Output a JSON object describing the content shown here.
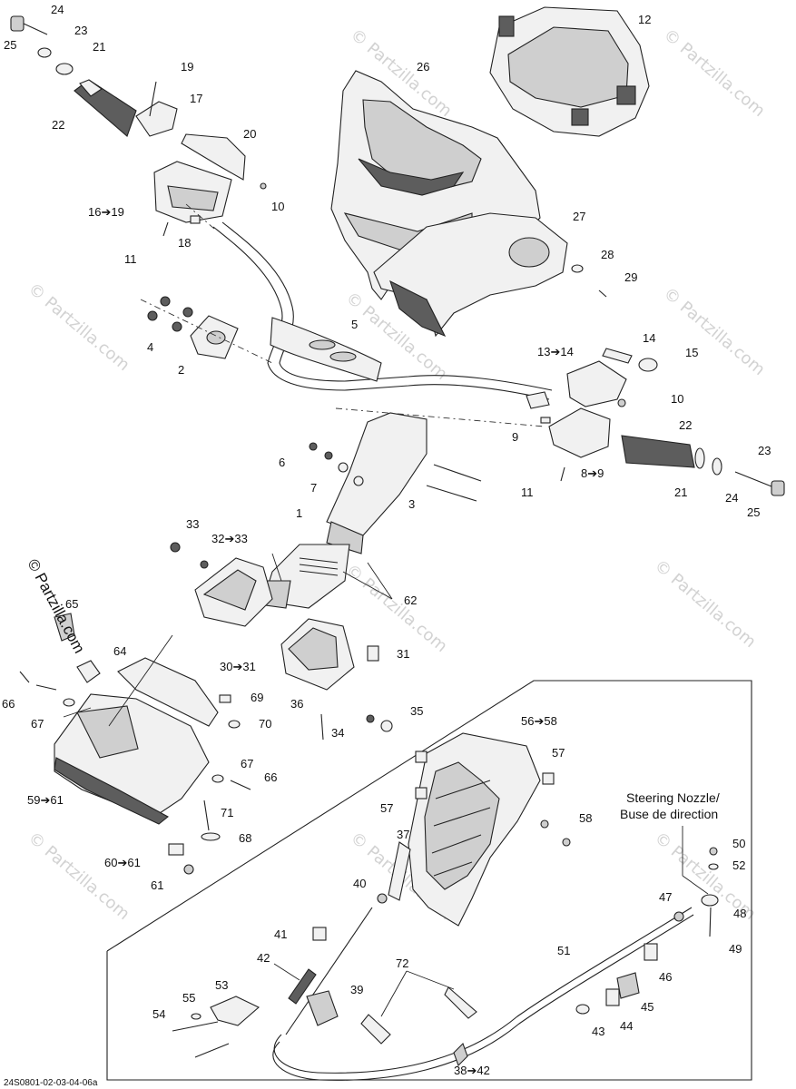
{
  "diagram_id": "24S0801-02-03-04-06a",
  "side_watermark": "© Partzilla.com",
  "watermark_text": "© Partzilla.com",
  "steering_nozzle_note": {
    "line1": "Steering Nozzle/",
    "line2": "Buse de direction"
  },
  "callouts": [
    {
      "id": "c24a",
      "text": "24"
    },
    {
      "id": "c25a",
      "text": "25"
    },
    {
      "id": "c23a",
      "text": "23"
    },
    {
      "id": "c21a",
      "text": "21"
    },
    {
      "id": "c22a",
      "text": "22"
    },
    {
      "id": "c19a",
      "text": "19"
    },
    {
      "id": "c17",
      "text": "17"
    },
    {
      "id": "c20",
      "text": "20"
    },
    {
      "id": "c10a",
      "text": "10"
    },
    {
      "id": "c16",
      "text": "16➔19"
    },
    {
      "id": "c18",
      "text": "18"
    },
    {
      "id": "c11a",
      "text": "11"
    },
    {
      "id": "c26",
      "text": "26"
    },
    {
      "id": "c12",
      "text": "12"
    },
    {
      "id": "c27",
      "text": "27"
    },
    {
      "id": "c28",
      "text": "28"
    },
    {
      "id": "c29",
      "text": "29"
    },
    {
      "id": "c5",
      "text": "5"
    },
    {
      "id": "c4",
      "text": "4"
    },
    {
      "id": "c2",
      "text": "2"
    },
    {
      "id": "c13",
      "text": "13➔14"
    },
    {
      "id": "c14",
      "text": "14"
    },
    {
      "id": "c15",
      "text": "15"
    },
    {
      "id": "c10b",
      "text": "10"
    },
    {
      "id": "c9",
      "text": "9"
    },
    {
      "id": "c22b",
      "text": "22"
    },
    {
      "id": "c23b",
      "text": "23"
    },
    {
      "id": "c8",
      "text": "8➔9"
    },
    {
      "id": "c11b",
      "text": "11"
    },
    {
      "id": "c21b",
      "text": "21"
    },
    {
      "id": "c24b",
      "text": "24"
    },
    {
      "id": "c25b",
      "text": "25"
    },
    {
      "id": "c6",
      "text": "6"
    },
    {
      "id": "c7",
      "text": "7"
    },
    {
      "id": "c3",
      "text": "3"
    },
    {
      "id": "c1",
      "text": "1"
    },
    {
      "id": "c33",
      "text": "33"
    },
    {
      "id": "c32",
      "text": "32➔33"
    },
    {
      "id": "c62",
      "text": "62"
    },
    {
      "id": "c65",
      "text": "65"
    },
    {
      "id": "c64",
      "text": "64"
    },
    {
      "id": "c30",
      "text": "30➔31"
    },
    {
      "id": "c31",
      "text": "31"
    },
    {
      "id": "c66a",
      "text": "66"
    },
    {
      "id": "c67a",
      "text": "67"
    },
    {
      "id": "c69",
      "text": "69"
    },
    {
      "id": "c70",
      "text": "70"
    },
    {
      "id": "c36",
      "text": "36"
    },
    {
      "id": "c35",
      "text": "35"
    },
    {
      "id": "c34",
      "text": "34"
    },
    {
      "id": "c56",
      "text": "56➔58"
    },
    {
      "id": "c57a",
      "text": "57"
    },
    {
      "id": "c67b",
      "text": "67"
    },
    {
      "id": "c66b",
      "text": "66"
    },
    {
      "id": "c59",
      "text": "59➔61"
    },
    {
      "id": "c57b",
      "text": "57"
    },
    {
      "id": "c71",
      "text": "71"
    },
    {
      "id": "c58",
      "text": "58"
    },
    {
      "id": "c68",
      "text": "68"
    },
    {
      "id": "c37",
      "text": "37"
    },
    {
      "id": "c60",
      "text": "60➔61"
    },
    {
      "id": "c61",
      "text": "61"
    },
    {
      "id": "c50",
      "text": "50"
    },
    {
      "id": "c52",
      "text": "52"
    },
    {
      "id": "c40",
      "text": "40"
    },
    {
      "id": "c47",
      "text": "47"
    },
    {
      "id": "c48",
      "text": "48"
    },
    {
      "id": "c41",
      "text": "41"
    },
    {
      "id": "c49",
      "text": "49"
    },
    {
      "id": "c51",
      "text": "51"
    },
    {
      "id": "c42",
      "text": "42"
    },
    {
      "id": "c72",
      "text": "72"
    },
    {
      "id": "c46",
      "text": "46"
    },
    {
      "id": "c53",
      "text": "53"
    },
    {
      "id": "c39",
      "text": "39"
    },
    {
      "id": "c55",
      "text": "55"
    },
    {
      "id": "c45",
      "text": "45"
    },
    {
      "id": "c54",
      "text": "54"
    },
    {
      "id": "c43",
      "text": "43"
    },
    {
      "id": "c44",
      "text": "44"
    },
    {
      "id": "c38",
      "text": "38➔42"
    }
  ]
}
